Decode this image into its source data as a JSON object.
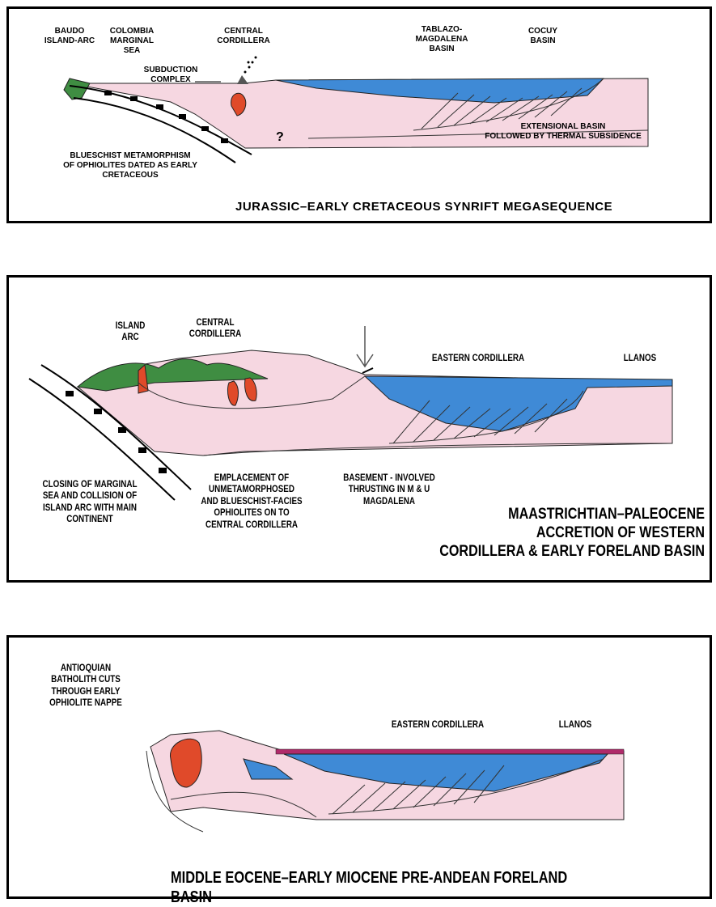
{
  "panel1": {
    "labels": {
      "baudo": "BAUDO\nISLAND-ARC",
      "colombia": "COLOMBIA\nMARGINAL\nSEA",
      "central": "CENTRAL\nCORDILLERA",
      "subduction": "SUBDUCTION\nCOMPLEX",
      "tablazo": "TABLAZO-\nMAGDALENA\nBASIN",
      "cocuy": "COCUY\nBASIN",
      "blueschist": "BLUESCHIST METAMORPHISM\nOF OPHIOLITES DATED AS EARLY\nCRETACEOUS",
      "extensional": "EXTENSIONAL BASIN\nFOLLOWED BY THERMAL SUBSIDENCE",
      "question": "?"
    },
    "title": "JURASSIC–EARLY CRETACEOUS SYNRIFT MEGASEQUENCE"
  },
  "panel2": {
    "labels": {
      "island_arc": "ISLAND\nARC",
      "central": "CENTRAL\nCORDILLERA",
      "eastern": "EASTERN CORDILLERA",
      "llanos": "LLANOS",
      "closing": "CLOSING OF MARGINAL\nSEA AND COLLISION OF\nISLAND ARC WITH MAIN\nCONTINENT",
      "emplacement": "EMPLACEMENT OF\nUNMETAMORPHOSED\nAND BLUESCHIST-FACIES\nOPHIOLITES ON TO\nCENTRAL CORDILLERA",
      "basement": "BASEMENT - INVOLVED\nTHRUSTING IN M & U\nMAGDALENA"
    },
    "title": "MAASTRICHTIAN–PALEOCENE\nACCRETION OF WESTERN\nCORDILLERA & EARLY FORELAND BASIN"
  },
  "panel3": {
    "labels": {
      "antioquian": "ANTIOQUIAN\nBATHOLITH CUTS\nTHROUGH EARLY\nOPHIOLITE NAPPE",
      "eastern": "EASTERN CORDILLERA",
      "llanos": "LLANOS"
    },
    "title": "MIDDLE EOCENE–EARLY MIOCENE PRE-ANDEAN FORELAND BASIN"
  },
  "colors": {
    "crust_pink": "#f6d7e1",
    "sea_blue": "#3f8ad6",
    "arc_green": "#3f8d42",
    "magma_red": "#e04a2a",
    "top_magenta": "#b02a6a"
  }
}
